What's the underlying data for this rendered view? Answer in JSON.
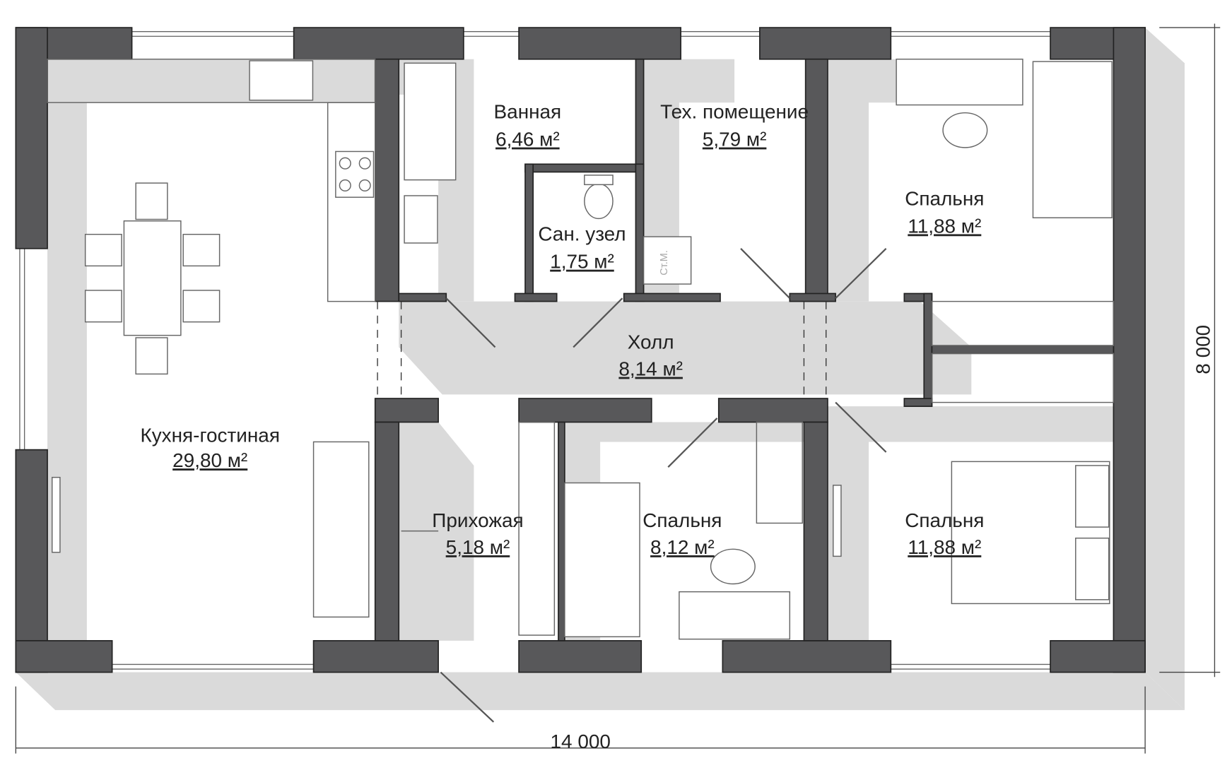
{
  "rooms": [
    {
      "name": "Кухня-гостиная",
      "area": "29,80 м²"
    },
    {
      "name": "Ванная",
      "area": "6,46 м²"
    },
    {
      "name": "Тех. помещение",
      "area": "5,79 м²"
    },
    {
      "name": "Сан. узел",
      "area": "1,75 м²"
    },
    {
      "name": "Спальня",
      "area": "11,88 м²"
    },
    {
      "name": "Холл",
      "area": "8,14 м²"
    },
    {
      "name": "Прихожая",
      "area": "5,18 м²"
    },
    {
      "name": "Спальня",
      "area": "8,12 м²"
    },
    {
      "name": "Спальня",
      "area": "11,88 м²"
    }
  ],
  "dimensions": {
    "width": "14 000",
    "height": "8 000"
  },
  "labels": {
    "washer": "Ст.М."
  },
  "colors": {
    "wall": "#58585a",
    "shadow": "#dadada"
  }
}
